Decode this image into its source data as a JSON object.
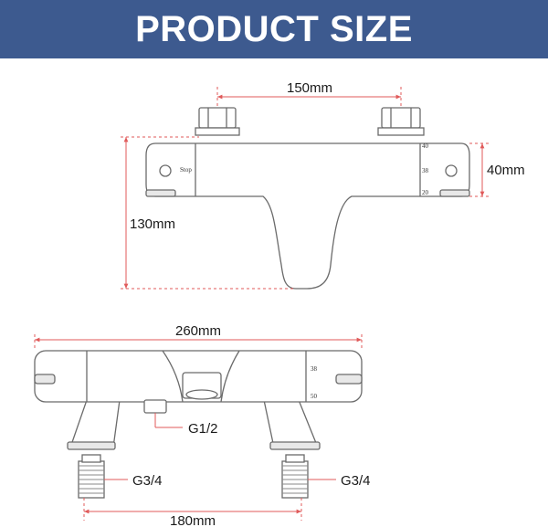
{
  "header": {
    "title": "PRODUCT SIZE",
    "background": "#3d5a8f"
  },
  "colors": {
    "dimension_line": "#e05a5a",
    "outline": "#6b6b6b",
    "text": "#1a1a1a"
  },
  "top_view": {
    "width_label": "150mm",
    "body_height_label": "40mm",
    "total_height_label": "130mm",
    "stop_label": "Stop",
    "dial_marks": [
      "40",
      "38",
      "20"
    ]
  },
  "bottom_view": {
    "width_label": "260mm",
    "outlet_label": "G1/2",
    "left_inlet_label": "G3/4",
    "right_inlet_label": "G3/4",
    "inlet_spacing_label": "180mm",
    "dial_marks": [
      "38",
      "50"
    ]
  }
}
